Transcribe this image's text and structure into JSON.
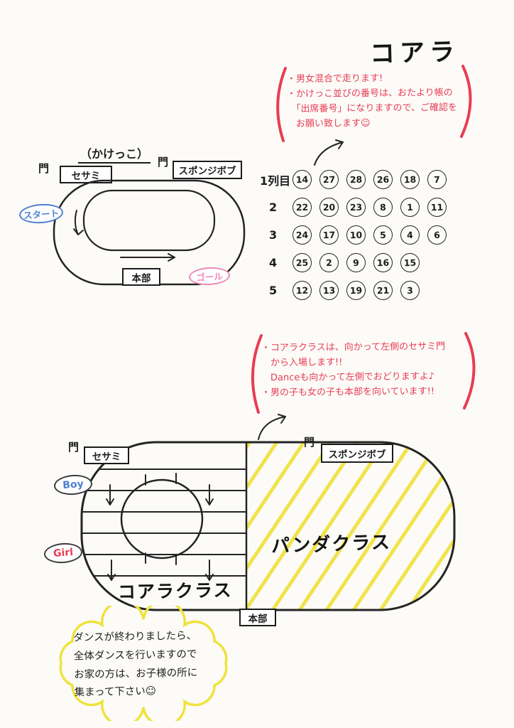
{
  "title": "コアラ",
  "note1": {
    "lines": [
      "・男女混合で走ります!",
      "・かけっこ並びの番号は、おたより帳の",
      "　「出席番号」になりますので、ご確認を",
      "　お願い致します☺"
    ]
  },
  "track1": {
    "label": "（かけっこ）",
    "gate_left": "門",
    "gate_right": "門",
    "sesame": "セサミ",
    "spongebob": "スポンジボブ",
    "start": "スタート",
    "goal": "ゴール",
    "hq": "本部"
  },
  "grid": {
    "rows": [
      {
        "label": "1列目",
        "numbers": [
          "14",
          "27",
          "28",
          "26",
          "18",
          "7"
        ]
      },
      {
        "label": "2",
        "numbers": [
          "22",
          "20",
          "23",
          "8",
          "1",
          "11"
        ]
      },
      {
        "label": "3",
        "numbers": [
          "24",
          "17",
          "10",
          "5",
          "4",
          "6"
        ]
      },
      {
        "label": "4",
        "numbers": [
          "25",
          "2",
          "9",
          "16",
          "15"
        ]
      },
      {
        "label": "5",
        "numbers": [
          "12",
          "13",
          "19",
          "21",
          "3"
        ]
      }
    ]
  },
  "note2": {
    "lines": [
      "・コアラクラスは、向かって左側のセサミ門",
      "　から入場します!!",
      "　Danceも向かって左側でおどりますよ♪",
      "・男の子も女の子も本部を向いています!!"
    ]
  },
  "track2": {
    "gate_left": "門",
    "gate_right": "門",
    "sesame": "セサミ",
    "spongebob": "スポンジボブ",
    "boy": "Boy",
    "girl": "Girl",
    "panda_class": "パンダクラス",
    "koala_class": "コアラクラス",
    "hq": "本部"
  },
  "cloud": {
    "lines": [
      "ダンスが終わりましたら、",
      "全体ダンスを行いますので",
      "お家の方は、お子様の所に",
      "集まって下さい☺"
    ]
  },
  "colors": {
    "red": "#e83d53",
    "blue": "#4d7fd0",
    "pink": "#ef8ab8",
    "yellow": "#f0e23c"
  }
}
